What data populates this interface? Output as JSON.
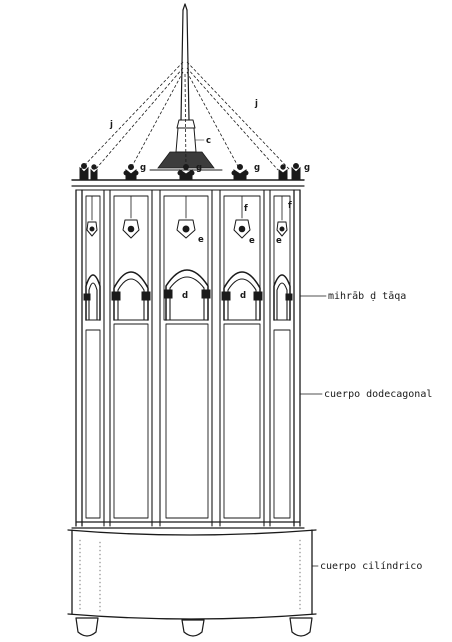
{
  "labels": {
    "mihrab": "mihrāb ḍ tāqa",
    "dodecagonal": "cuerpo dodecagonal",
    "cilindrico": "cuerpo cilíndrico"
  },
  "letters": {
    "c": "c",
    "d": "d",
    "e": "e",
    "f": "f",
    "g": "g",
    "j": "j"
  },
  "colors": {
    "ink": "#1a1a1a",
    "paper": "#ffffff"
  }
}
